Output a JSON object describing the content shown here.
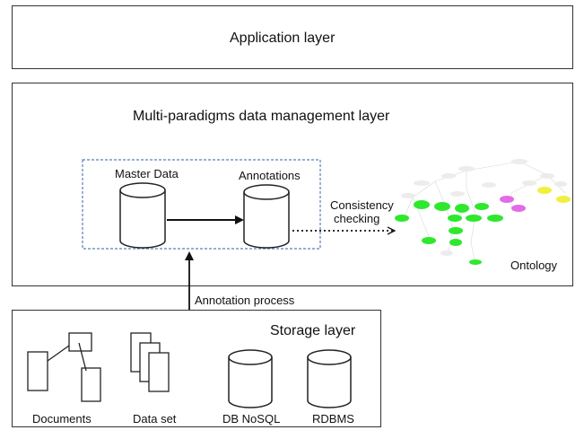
{
  "application_layer": {
    "label": "Application layer"
  },
  "management_layer": {
    "label": "Multi-paradigms data management layer",
    "master_data": "Master Data",
    "annotations": "Annotations",
    "consistency": [
      "Consistency",
      "checking"
    ],
    "ontology": "Ontology"
  },
  "annotation_process": "Annotation process",
  "storage_layer": {
    "label": "Storage layer",
    "documents": "Documents",
    "data_set": "Data set",
    "db_nosql": "DB NoSQL",
    "rdbms": "RDBMS"
  },
  "colors": {
    "stroke": "#333333",
    "dashed_box": "#5b7fb6",
    "ontology_green": "#2ee82e",
    "ontology_pink": "#e36be6",
    "ontology_yellow": "#f0f040"
  }
}
